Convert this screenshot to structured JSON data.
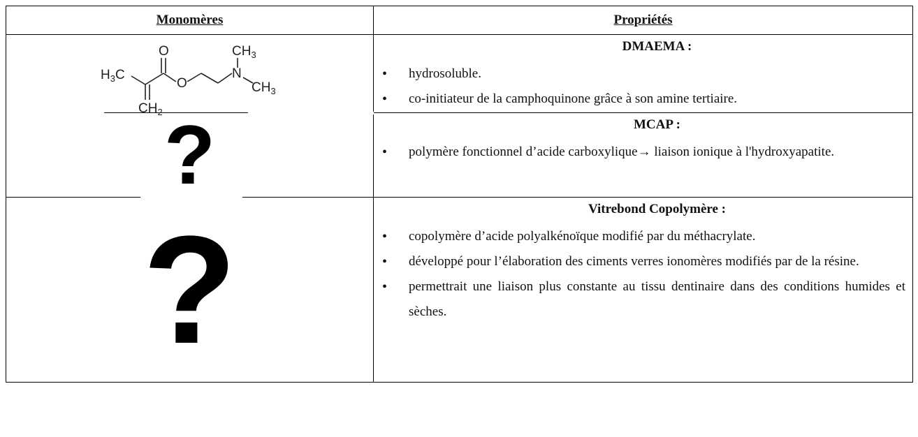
{
  "table": {
    "headers": {
      "monomers": "Monomères",
      "properties": "Propriétés"
    },
    "rows": [
      {
        "monomer": {
          "kind": "structure",
          "image": "dmaema-structural-formula",
          "labels": {
            "h3c": "H3C",
            "o_carbonyl": "O",
            "o_ester": "O",
            "n": "N",
            "ch3_top": "CH3",
            "ch3_right": "CH3",
            "ch2": "CH2"
          }
        },
        "name": "DMAEMA :",
        "bullets": [
          "hydrosoluble.",
          "co-initiateur de la camphoquinone grâce à son amine tertiaire."
        ]
      },
      {
        "monomer": {
          "kind": "unknown",
          "image": "question-mark-icon"
        },
        "name": "MCAP :",
        "bullets": [
          "polymère fonctionnel d’acide carboxylique→ liaison ionique à l'hydroxyapatite."
        ]
      },
      {
        "monomer": {
          "kind": "unknown",
          "image": "question-mark-icon"
        },
        "name": "Vitrebond Copolymère :",
        "bullets": [
          "copolymère d’acide polyalkénoïque modifié par du méthacrylate.",
          "développé pour l’élaboration des ciments verres ionomères modifiés par de la résine.",
          "permettrait une liaison plus constante au tissu dentinaire dans des conditions humides et sèches."
        ]
      }
    ]
  }
}
